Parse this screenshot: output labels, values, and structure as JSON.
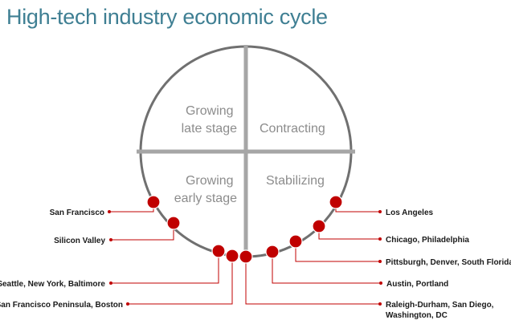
{
  "title": "High-tech industry economic cycle",
  "colors": {
    "title": "#3f7f93",
    "circle": "#707070",
    "axes": "#a6a6a6",
    "marker": "#c00000",
    "leader": "#c00000",
    "quadrant_text": "#8c8c8c"
  },
  "quadrants": {
    "top_left": [
      "Growing",
      "late stage"
    ],
    "top_right": [
      "Contracting"
    ],
    "bottom_left": [
      "Growing",
      "early stage"
    ],
    "bottom_right": [
      "Stabilizing"
    ]
  },
  "cities": {
    "san_francisco": [
      "San Francisco"
    ],
    "silicon_valley": [
      "Silicon Valley"
    ],
    "seattle": [
      "Seattle, New York, Baltimore"
    ],
    "sf_peninsula": [
      "San Francisco Peninsula, Boston"
    ],
    "raleigh": [
      "Raleigh-Durham, San Diego,",
      "Washington, DC"
    ],
    "austin": [
      "Austin, Portland"
    ],
    "pittsburgh": [
      "Pittsburgh, Denver, South Florida"
    ],
    "chicago": [
      "Chicago, Philadelphia"
    ],
    "los_angeles": [
      "Los Angeles"
    ]
  }
}
